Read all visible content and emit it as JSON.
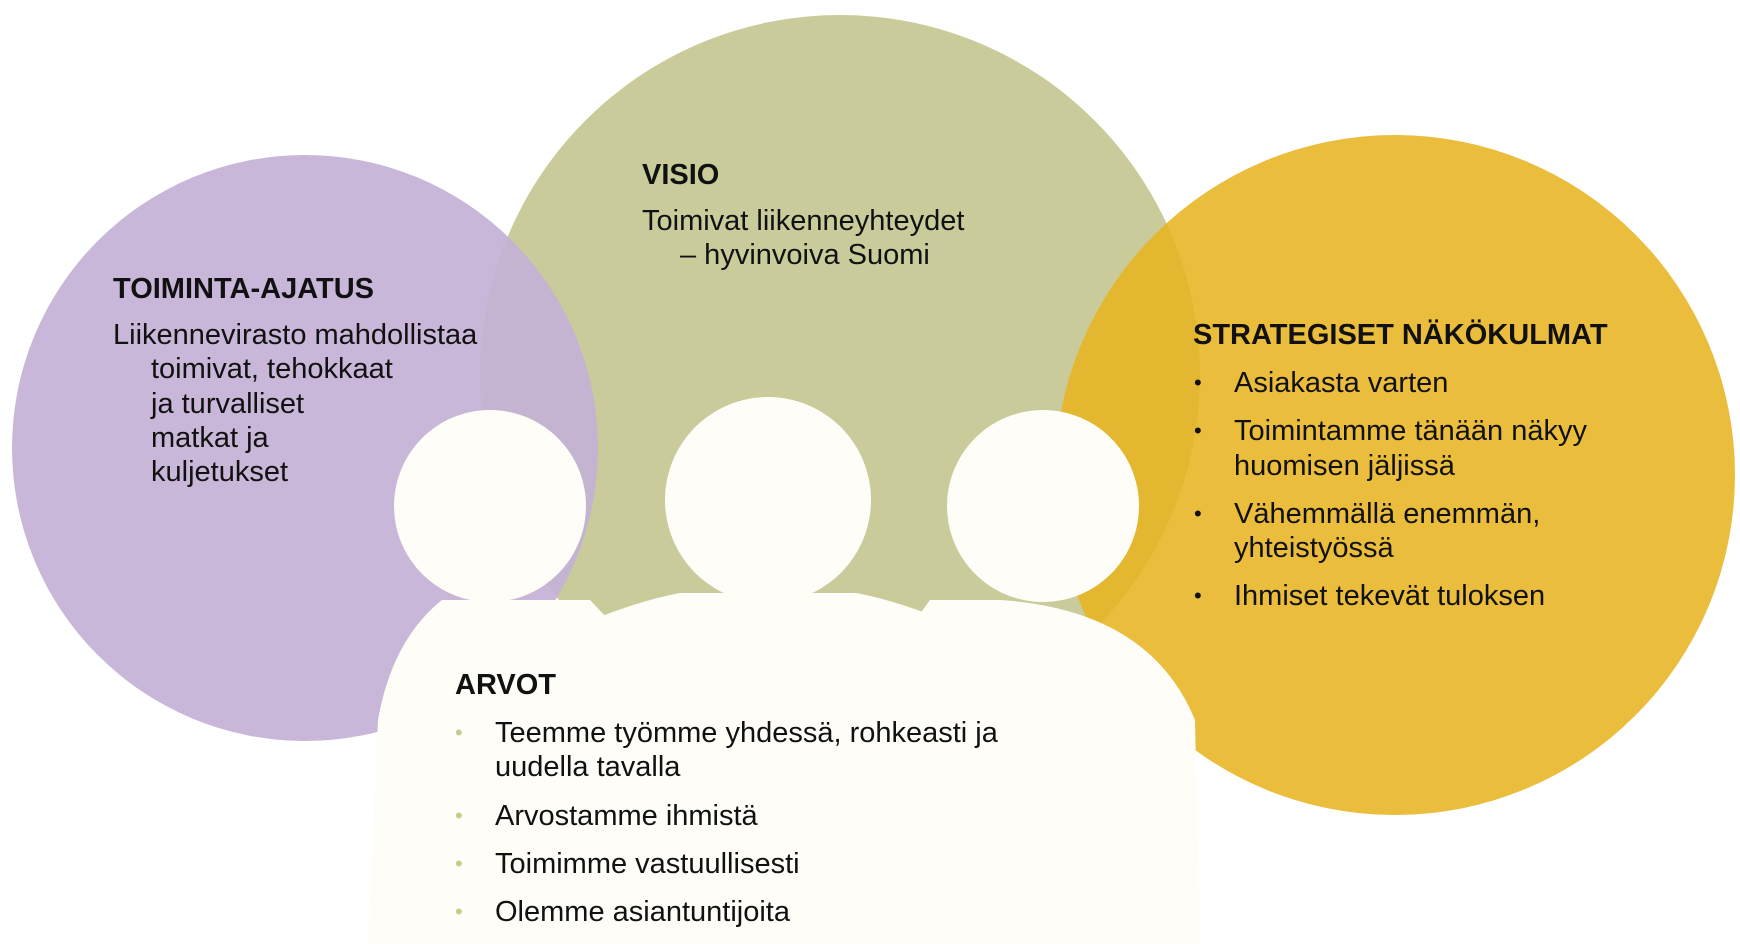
{
  "colors": {
    "purple_circle": "#c4b1d5",
    "olive_circle": "#c9cc9a",
    "gold_circle": "#e8b93a",
    "figures": "#fefdf8",
    "text": "#111111",
    "arvot_bullet": "#c6cb8e"
  },
  "toiminta_ajatus": {
    "title": "TOIMINTA-AJATUS",
    "lines": [
      "Liikennevirasto mahdollistaa",
      "toimivat, tehokkaat",
      "ja turvalliset",
      "matkat ja",
      "kuljetukset"
    ]
  },
  "visio": {
    "title": "VISIO",
    "lines": [
      "Toimivat liikenneyhteydet",
      "– hyvinvoiva Suomi"
    ]
  },
  "strategiset": {
    "title": "STRATEGISET NÄKÖKULMAT",
    "bullet_symbol": "•",
    "items": [
      [
        "Asiakasta varten"
      ],
      [
        "Toimintamme tänään näkyy",
        "huomisen jäljissä"
      ],
      [
        "Vähemmällä enemmän,",
        "yhteistyössä"
      ],
      [
        "Ihmiset tekevät tuloksen"
      ]
    ]
  },
  "arvot": {
    "title": "ARVOT",
    "bullet_symbol": "•",
    "items": [
      [
        "Teemme työmme yhdessä, rohkeasti ja",
        "uudella tavalla"
      ],
      [
        "Arvostamme ihmistä"
      ],
      [
        "Toimimme vastuullisesti"
      ],
      [
        "Olemme asiantuntijoita"
      ]
    ]
  }
}
